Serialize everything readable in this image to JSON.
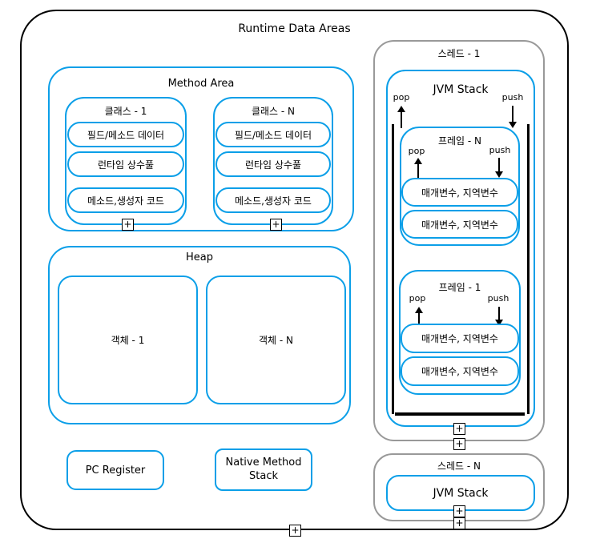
{
  "title": "Runtime Data Areas",
  "colors": {
    "accent_blue": "#0b9fe8",
    "thread_gray": "#999999",
    "outline_black": "#000000"
  },
  "expander": {
    "symbol": "+"
  },
  "method_area": {
    "title": "Method Area",
    "classes": [
      {
        "title": "클래스 - 1",
        "items": [
          "필드/메소드 데이터",
          "런타임 상수풀",
          "메소드,생성자 코드"
        ]
      },
      {
        "title": "클래스 - N",
        "items": [
          "필드/메소드 데이터",
          "런타임 상수풀",
          "메소드,생성자 코드"
        ]
      }
    ]
  },
  "heap": {
    "title": "Heap",
    "objects": [
      {
        "label": "객체 - 1"
      },
      {
        "label": "객체 - N"
      }
    ]
  },
  "pc_register": {
    "label": "PC Register"
  },
  "native_method_stack": {
    "label": "Native Method Stack"
  },
  "threads": [
    {
      "title": "스레드 - 1",
      "jvm_stack": {
        "title": "JVM Stack",
        "pop_label": "pop",
        "push_label": "push",
        "frames": [
          {
            "title": "프레임 - N",
            "pop_label": "pop",
            "push_label": "push",
            "slots": [
              "매개변수, 지역변수",
              "매개변수, 지역변수"
            ]
          },
          {
            "title": "프레임 - 1",
            "pop_label": "pop",
            "push_label": "push",
            "slots": [
              "매개변수, 지역변수",
              "매개변수, 지역변수"
            ]
          }
        ]
      }
    },
    {
      "title": "스레드 - N",
      "jvm_stack": {
        "title": "JVM Stack"
      }
    }
  ]
}
